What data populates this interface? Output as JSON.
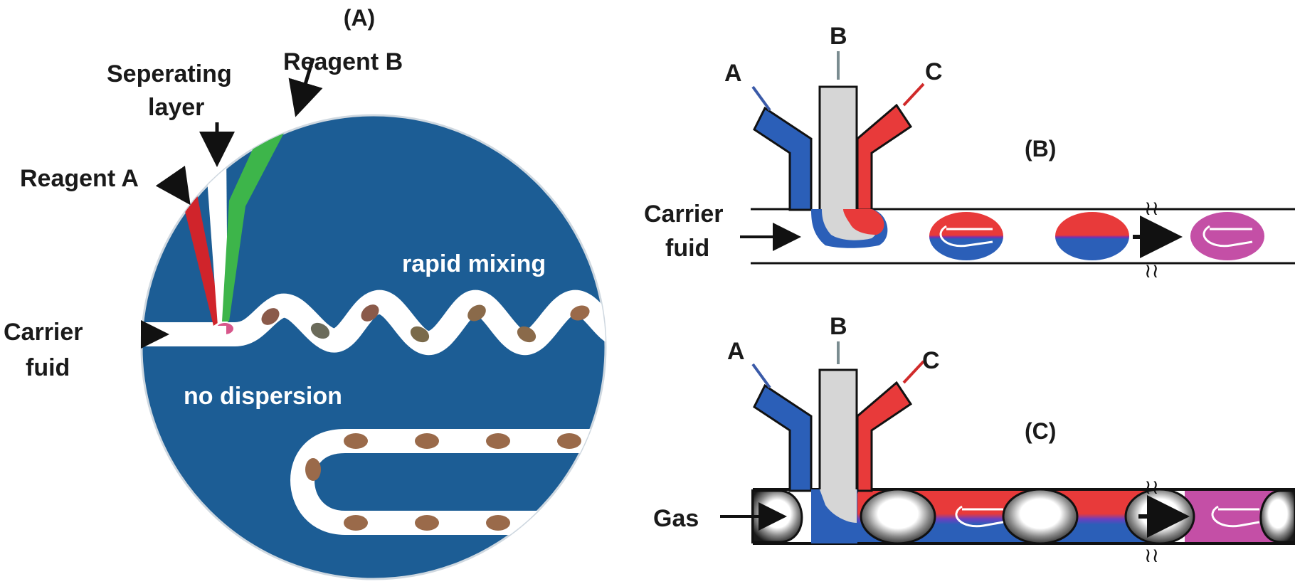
{
  "panels": {
    "a": {
      "title": "(A)",
      "labels": {
        "separating_layer_line1": "Seperating",
        "separating_layer_line2": "layer",
        "reagent_b": "Reagent B",
        "reagent_a": "Reagent A",
        "carrier_line1": "Carrier",
        "carrier_line2": "fuid",
        "rapid_mixing": "rapid mixing",
        "no_dispersion": "no dispersion"
      }
    },
    "b": {
      "title": "(B)",
      "labels": {
        "inlet_a": "A",
        "inlet_b": "B",
        "inlet_c": "C",
        "carrier_line1": "Carrier",
        "carrier_line2": "fuid"
      }
    },
    "c": {
      "title": "(C)",
      "labels": {
        "inlet_a": "A",
        "inlet_b": "B",
        "inlet_c": "C",
        "gas": "Gas"
      }
    }
  },
  "colors": {
    "chip_blue": "#1c5d95",
    "reagent_a_red": "#d0242b",
    "reagent_b_green": "#3db54a",
    "separator_white": "#ffffff",
    "stream_blue": "#2b5fb8",
    "stream_gray": "#d6d6d6",
    "stream_red": "#e83a3a",
    "mixed_magenta": "#c44fa6",
    "plug_brown": "#9a6a4a",
    "arrow_a_blue": "#3a5aa8",
    "arrow_b_gray": "#7a8c90",
    "arrow_c_red": "#d02a2a"
  }
}
